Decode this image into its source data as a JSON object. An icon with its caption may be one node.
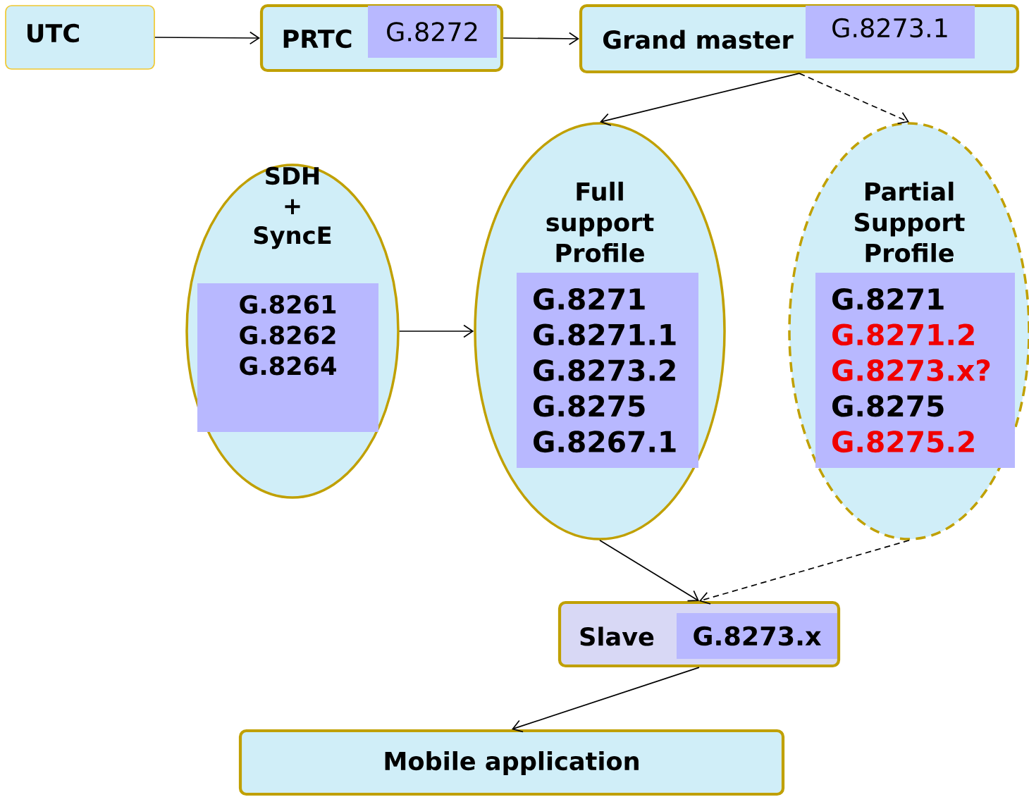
{
  "diagram": {
    "nodes": [
      {
        "text": [
          "UTC"
        ]
      },
      {
        "text": [
          "PRTC"
        ]
      },
      {
        "text": [
          "G.8272"
        ],
        "in": 1
      },
      {
        "text": [
          "Grand master"
        ]
      },
      {
        "text": [
          "G.8273.1"
        ],
        "in": 3
      },
      {
        "text": [
          "SDH + SyncE"
        ]
      },
      {
        "text": [
          "G.8261",
          "G.8262",
          "G.8264"
        ],
        "in": 5
      },
      {
        "text": [
          "Full support Profile"
        ]
      },
      {
        "text": [
          "G.8271",
          "G.8271.1",
          "G.8273.2",
          "G.8275",
          "G.8267.1"
        ],
        "in": 7
      },
      {
        "text": [
          "Partial Support Profile"
        ]
      },
      {
        "text": [
          "G.8271",
          "G.8271.2",
          "G.8273.x?",
          "G.8275",
          "G.8275.2"
        ],
        "in": 9
      },
      {
        "text": [
          "Slave"
        ]
      },
      {
        "text": [
          "G.8273.x"
        ],
        "in": 11
      },
      {
        "text": [
          "Mobile application"
        ]
      }
    ],
    "edges": [
      {
        "from": 0,
        "to": 1,
        "arrow": "to"
      },
      {
        "from": 1,
        "to": 3,
        "arrow": "to"
      },
      {
        "from": 3,
        "to": 7,
        "arrow": "to"
      },
      {
        "from": 3,
        "to": 9,
        "arrow": "to",
        "style": "dashed"
      },
      {
        "from": 5,
        "to": 7,
        "arrow": "to"
      },
      {
        "from": 7,
        "to": 11,
        "arrow": "to"
      },
      {
        "from": 9,
        "to": 11,
        "arrow": "to",
        "style": "dashed"
      },
      {
        "from": 11,
        "to": 13,
        "arrow": "to"
      }
    ]
  }
}
